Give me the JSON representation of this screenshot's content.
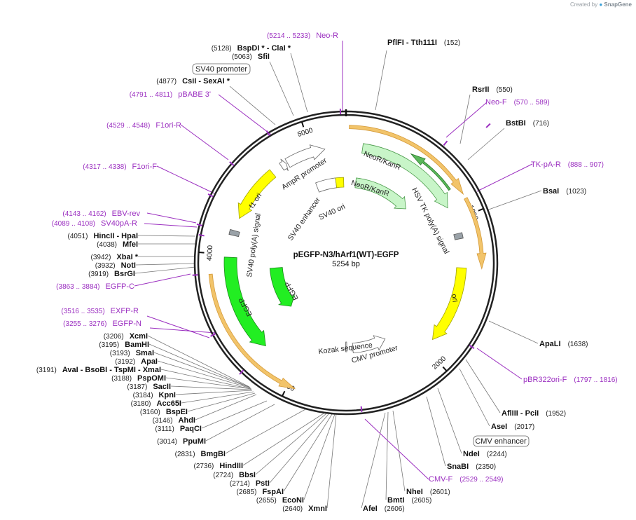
{
  "credit": {
    "prefix": "Created by",
    "brand": "SnapGene"
  },
  "plasmid": {
    "name": "pEGFP-N3/hArf1(WT)-EGFP",
    "length_label": "5254 bp",
    "length": 5254
  },
  "ticks": [
    {
      "pos": 1000,
      "label": "1000"
    },
    {
      "pos": 2000,
      "label": "2000"
    },
    {
      "pos": 3000,
      "label": "3000"
    },
    {
      "pos": 4000,
      "label": "4000"
    },
    {
      "pos": 5000,
      "label": "5000"
    }
  ],
  "enzymes_right": [
    {
      "name": "PflFI",
      "extra": "  -  Tth111I",
      "pos": "(152)"
    },
    {
      "name": "RsrII",
      "extra": "",
      "pos": "(550)"
    },
    {
      "name": "BstBI",
      "extra": "",
      "pos": "(716)"
    },
    {
      "name": "BsaI",
      "extra": "",
      "pos": "(1023)"
    },
    {
      "name": "ApaLI",
      "extra": "",
      "pos": "(1638)"
    },
    {
      "name": "AflIII",
      "extra": "  -  PciI",
      "pos": "(1952)"
    },
    {
      "name": "AseI",
      "extra": "",
      "pos": "(2017)"
    },
    {
      "name": "NdeI",
      "extra": "",
      "pos": "(2244)"
    },
    {
      "name": "SnaBI",
      "extra": "",
      "pos": "(2350)"
    },
    {
      "name": "NheI",
      "extra": "",
      "pos": "(2601)"
    },
    {
      "name": "BmtI",
      "extra": "",
      "pos": "(2605)"
    },
    {
      "name": "AfeI",
      "extra": "",
      "pos": "(2606)"
    }
  ],
  "enzymes_left": [
    {
      "name": "BspDI *  -  ClaI *",
      "pos": "(5128)"
    },
    {
      "name": "SfiI",
      "pos": "(5063)"
    },
    {
      "name": "CsiI  -  SexAI *",
      "pos": "(4877)"
    },
    {
      "name": "HincII  -  HpaI",
      "pos": "(4051)"
    },
    {
      "name": "MfeI",
      "pos": "(4038)"
    },
    {
      "name": "XbaI *",
      "pos": "(3942)"
    },
    {
      "name": "NotI",
      "pos": "(3932)"
    },
    {
      "name": "BsrGI",
      "pos": "(3919)"
    },
    {
      "name": "XcmI",
      "pos": "(3206)"
    },
    {
      "name": "BamHI",
      "pos": "(3195)"
    },
    {
      "name": "SmaI",
      "pos": "(3193)"
    },
    {
      "name": "ApaI",
      "pos": "(3192)"
    },
    {
      "name": "AvaI  -  BsoBI  -  TspMI  -  XmaI",
      "pos": "(3191)"
    },
    {
      "name": "PspOMI",
      "pos": "(3188)"
    },
    {
      "name": "SacII",
      "pos": "(3187)"
    },
    {
      "name": "KpnI",
      "pos": "(3184)"
    },
    {
      "name": "Acc65I",
      "pos": "(3180)"
    },
    {
      "name": "BspEI",
      "pos": "(3160)"
    },
    {
      "name": "AhdI",
      "pos": "(3146)"
    },
    {
      "name": "PaqCI",
      "pos": "(3111)"
    },
    {
      "name": "PpuMI",
      "pos": "(3014)"
    },
    {
      "name": "BmgBI",
      "pos": "(2831)"
    },
    {
      "name": "HindIII",
      "pos": "(2736)"
    },
    {
      "name": "BbsI",
      "pos": "(2724)"
    },
    {
      "name": "PstI",
      "pos": "(2714)"
    },
    {
      "name": "FspAI",
      "pos": "(2685)"
    },
    {
      "name": "EcoNI",
      "pos": "(2655)"
    },
    {
      "name": "XmnI",
      "pos": "(2640)"
    }
  ],
  "primers_right": [
    {
      "name": "Neo-F",
      "range": "(570 .. 589)"
    },
    {
      "name": "TK-pA-R",
      "range": "(888 .. 907)"
    },
    {
      "name": "pBR322ori-F",
      "range": "(1797 .. 1816)"
    },
    {
      "name": "CMV-F",
      "range": "(2529 .. 2549)"
    }
  ],
  "primers_left": [
    {
      "name": "Neo-R",
      "range": "(5214 .. 5233)"
    },
    {
      "name": "pBABE 3'",
      "range": "(4791 .. 4811)"
    },
    {
      "name": "F1ori-R",
      "range": "(4529 .. 4548)"
    },
    {
      "name": "F1ori-F",
      "range": "(4317 .. 4338)"
    },
    {
      "name": "EBV-rev",
      "range": "(4143 .. 4162)"
    },
    {
      "name": "SV40pA-R",
      "range": "(4089 .. 4108)"
    },
    {
      "name": "EGFP-C",
      "range": "(3863 .. 3884)"
    },
    {
      "name": "EXFP-R",
      "range": "(3516 .. 3535)"
    },
    {
      "name": "EGFP-N",
      "range": "(3255 .. 3276)"
    }
  ],
  "boxed_features": [
    {
      "label": "SV40 promoter"
    },
    {
      "label": "CMV enhancer"
    }
  ],
  "features": [
    {
      "label": "NeoR/KanR"
    },
    {
      "label": "NeoR/KanR"
    },
    {
      "label": "HSV TK poly(A) signal"
    },
    {
      "label": "ori"
    },
    {
      "label": "CMV promoter"
    },
    {
      "label": "Kozak sequence"
    },
    {
      "label": "EGFP"
    },
    {
      "label": "EGFP"
    },
    {
      "label": "SV40 poly(A) signal"
    },
    {
      "label": "f1 ori"
    },
    {
      "label": "AmpR promoter"
    },
    {
      "label": "SV40 enhancer"
    },
    {
      "label": "SV40 ori"
    }
  ],
  "colors": {
    "primer": "#9b2fc0",
    "neo": "#c8f5c8",
    "ori": "#ffff00",
    "egfp": "#22ee22",
    "orf": "#f2c46a"
  }
}
